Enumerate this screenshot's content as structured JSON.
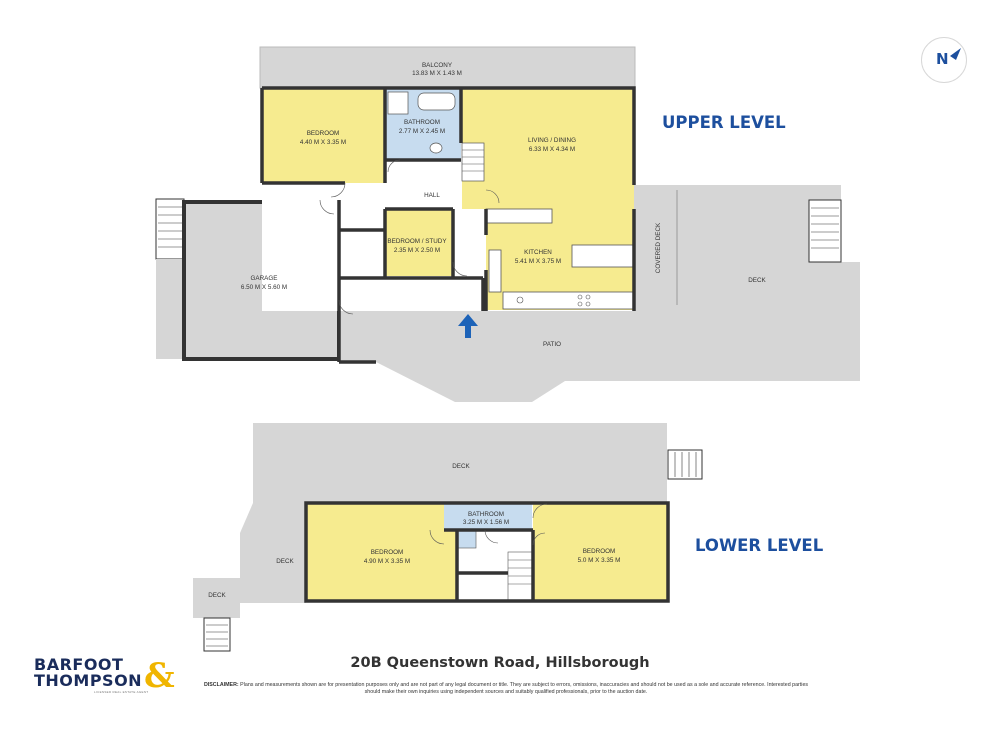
{
  "levels": {
    "upper": "UPPER LEVEL",
    "lower": "LOWER LEVEL"
  },
  "compass": {
    "label": "N"
  },
  "rooms": {
    "balcony": {
      "name": "BALCONY",
      "dims": "13.83 M X 1.43 M"
    },
    "bedroom_upper": {
      "name": "BEDROOM",
      "dims": "4.40 M X 3.35 M"
    },
    "bathroom_upper": {
      "name": "BATHROOM",
      "dims": "2.77 M X 2.45 M"
    },
    "living_dining": {
      "name": "LIVING / DINING",
      "dims": "6.33 M X 4.34 M"
    },
    "hall": {
      "name": "HALL"
    },
    "bedroom_study": {
      "name": "BEDROOM / STUDY",
      "dims": "2.35 M X 2.50 M"
    },
    "kitchen": {
      "name": "KITCHEN",
      "dims": "5.41 M X 3.75 M"
    },
    "garage": {
      "name": "GARAGE",
      "dims": "6.50 M X 5.60 M"
    },
    "covered_deck": {
      "name": "COVERED DECK"
    },
    "deck_upper": {
      "name": "DECK"
    },
    "patio": {
      "name": "PATIO"
    },
    "deck_lower_top": {
      "name": "DECK"
    },
    "bathroom_lower": {
      "name": "BATHROOM",
      "dims": "3.25 M X 1.56 M"
    },
    "bedroom_lower_left": {
      "name": "BEDROOM",
      "dims": "4.90 M X 3.35 M"
    },
    "bedroom_lower_right": {
      "name": "BEDROOM",
      "dims": "5.0 M X 3.35 M"
    },
    "deck_lower_side": {
      "name": "DECK"
    },
    "deck_lower_small": {
      "name": "DECK"
    }
  },
  "address": "20B Queenstown Road, Hillsborough",
  "disclaimer": {
    "title": "DISCLAIMER:",
    "text": "Plans and measurements shown are for presentation purposes only and are not part of any legal document or title. They are subject to errors, omissions, inaccuracies and should not be used as a sole and accurate reference. Interested parties should make their own inquiries using independent sources and suitably qualified professionals, prior to the auction date."
  },
  "brand": {
    "line1": "BARFOOT",
    "line2": "THOMPSON",
    "amp": "&",
    "sub": "LICENSED REAL ESTATE AGENT",
    "color": "#1a2c5b",
    "accent": "#f0b500"
  },
  "colors": {
    "room": "#f6eb8f",
    "wet": "#c7dcef",
    "deck": "#d6d6d6",
    "wall": "#333333",
    "heading": "#1d4f9e"
  }
}
